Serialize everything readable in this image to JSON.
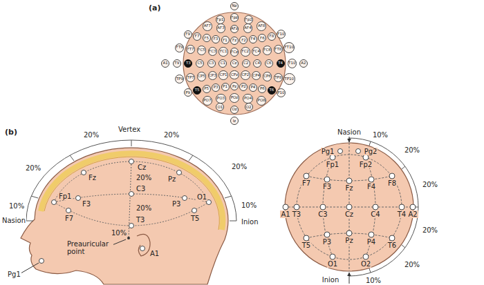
{
  "diagram": {
    "nodes": [
      {
        "text": [
          "Nz"
        ]
      },
      {
        "text": [
          "Fp1"
        ]
      },
      {
        "text": [
          "Fpz"
        ]
      },
      {
        "text": [
          "Fp2"
        ]
      },
      {
        "text": [
          "AF7"
        ]
      },
      {
        "text": [
          "AF3"
        ]
      },
      {
        "text": [
          "AFz"
        ]
      },
      {
        "text": [
          "AF4"
        ]
      },
      {
        "text": [
          "AF8"
        ]
      },
      {
        "text": [
          "F9"
        ]
      },
      {
        "text": [
          "F7"
        ]
      },
      {
        "text": [
          "F5"
        ]
      },
      {
        "text": [
          "F3"
        ]
      },
      {
        "text": [
          "F1"
        ]
      },
      {
        "text": [
          "Fz"
        ]
      },
      {
        "text": [
          "F2"
        ]
      },
      {
        "text": [
          "F4"
        ]
      },
      {
        "text": [
          "F6"
        ]
      },
      {
        "text": [
          "F8"
        ]
      },
      {
        "text": [
          "F10"
        ]
      },
      {
        "text": [
          "FT9"
        ]
      },
      {
        "text": [
          "FT7"
        ]
      },
      {
        "text": [
          "FC5"
        ]
      },
      {
        "text": [
          "FC3"
        ]
      },
      {
        "text": [
          "FC1"
        ]
      },
      {
        "text": [
          "FCz"
        ]
      },
      {
        "text": [
          "FC2"
        ]
      },
      {
        "text": [
          "FC4"
        ]
      },
      {
        "text": [
          "FC6"
        ]
      },
      {
        "text": [
          "FT8"
        ]
      },
      {
        "text": [
          "FT10"
        ]
      },
      {
        "text": [
          "A1"
        ]
      },
      {
        "text": [
          "T9"
        ]
      },
      {
        "text": [
          "T3"
        ]
      },
      {
        "text": [
          "C5"
        ]
      },
      {
        "text": [
          "C3"
        ]
      },
      {
        "text": [
          "C1"
        ]
      },
      {
        "text": [
          "Cz"
        ]
      },
      {
        "text": [
          "C2"
        ]
      },
      {
        "text": [
          "C4"
        ]
      },
      {
        "text": [
          "C6"
        ]
      },
      {
        "text": [
          "T4"
        ]
      },
      {
        "text": [
          "T10"
        ]
      },
      {
        "text": [
          "A2"
        ]
      },
      {
        "text": [
          "TP9"
        ]
      },
      {
        "text": [
          "TP7"
        ]
      },
      {
        "text": [
          "CP5"
        ]
      },
      {
        "text": [
          "CP3"
        ]
      },
      {
        "text": [
          "CP1"
        ]
      },
      {
        "text": [
          "CPz"
        ]
      },
      {
        "text": [
          "CP2"
        ]
      },
      {
        "text": [
          "CP4"
        ]
      },
      {
        "text": [
          "CP6"
        ]
      },
      {
        "text": [
          "TP8"
        ]
      },
      {
        "text": [
          "TP10"
        ]
      },
      {
        "text": [
          "P9"
        ]
      },
      {
        "text": [
          "T5"
        ]
      },
      {
        "text": [
          "P5"
        ]
      },
      {
        "text": [
          "P3"
        ]
      },
      {
        "text": [
          "P1"
        ]
      },
      {
        "text": [
          "Pz"
        ]
      },
      {
        "text": [
          "P2"
        ]
      },
      {
        "text": [
          "P4"
        ]
      },
      {
        "text": [
          "P6"
        ]
      },
      {
        "text": [
          "T6"
        ]
      },
      {
        "text": [
          "P10"
        ]
      },
      {
        "text": [
          "PO7"
        ]
      },
      {
        "text": [
          "PO3"
        ]
      },
      {
        "text": [
          "POz"
        ]
      },
      {
        "text": [
          "PO4"
        ]
      },
      {
        "text": [
          "PO8"
        ]
      },
      {
        "text": [
          "O1"
        ]
      },
      {
        "text": [
          "Oz"
        ]
      },
      {
        "text": [
          "O2"
        ]
      },
      {
        "text": [
          "Iz"
        ]
      }
    ],
    "labels": [
      "(a)",
      "(b)",
      "20%",
      "20%",
      "Vertex",
      "20%",
      "20%",
      "10%",
      "Inion",
      "Nasion",
      "10%",
      "Fp1",
      "Fz",
      "Cz",
      "Pz",
      "20%",
      "F3",
      "C3",
      "P3",
      "O1",
      "20%",
      "F7",
      "T3",
      "T5",
      "10%",
      "Preauricular point",
      "A1",
      "Pg1",
      "Nasion",
      "Pg1",
      "Pg2",
      "10%",
      "20%",
      "20%",
      "20%",
      "20%",
      "10%",
      "Fp1",
      "Fp2",
      "F7",
      "F3",
      "Fz",
      "F4",
      "F8",
      "A1",
      "T3",
      "C3",
      "Cz",
      "C4",
      "T4",
      "A2",
      "T5",
      "P3",
      "Pz",
      "P4",
      "T6",
      "O1",
      "O2",
      "Inion"
    ]
  }
}
